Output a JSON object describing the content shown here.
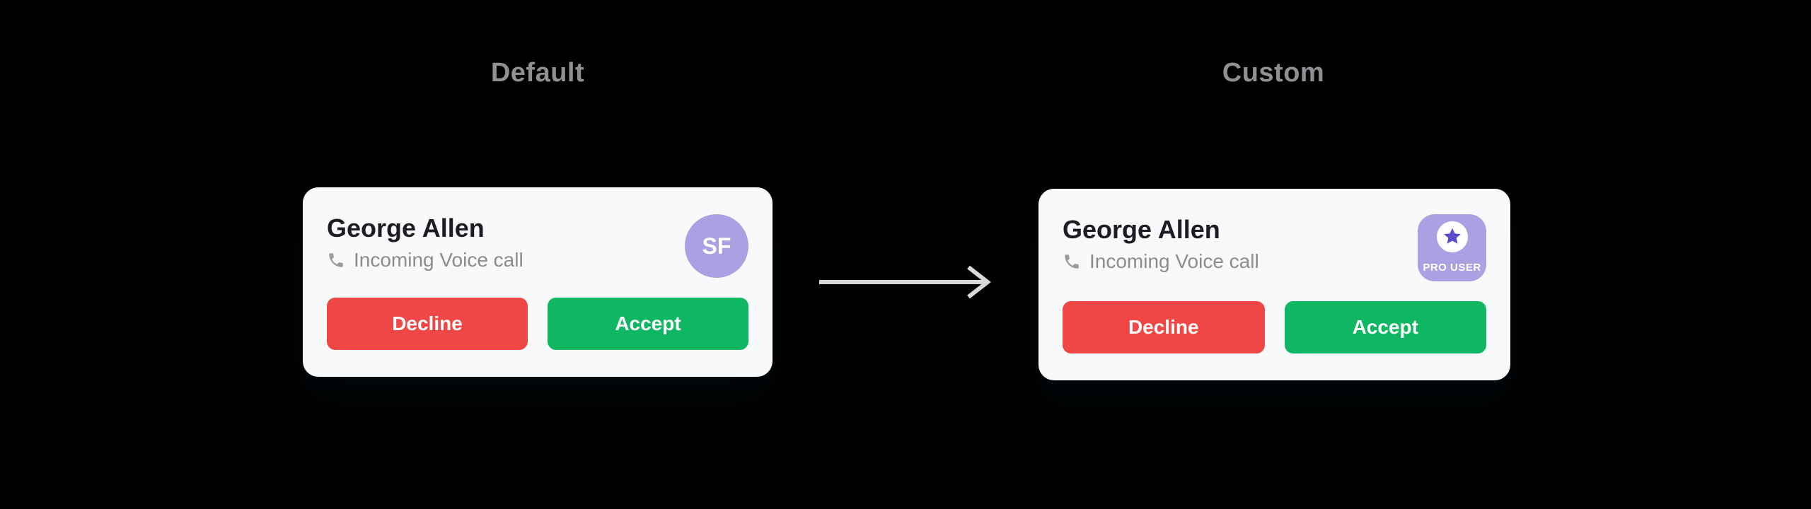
{
  "titles": {
    "default": "Default",
    "custom": "Custom"
  },
  "cards": {
    "default": {
      "name": "George Allen",
      "subtitle": "Incoming Voice call",
      "avatar_initials": "SF",
      "buttons": {
        "decline": "Decline",
        "accept": "Accept"
      }
    },
    "custom": {
      "name": "George Allen",
      "subtitle": "Incoming Voice call",
      "badge_label": "PRO USER",
      "buttons": {
        "decline": "Decline",
        "accept": "Accept"
      }
    }
  },
  "icons": {
    "phone": "phone-icon",
    "star": "star-icon",
    "arrow": "arrow-right-icon"
  },
  "colors": {
    "background": "#000000",
    "card_background": "#f8f9fa",
    "name_text": "#1b1d21",
    "subtitle_text": "#8c8c8c",
    "section_title_text": "#8f9093",
    "decline_red": "#ef4646",
    "accept_green": "#10b763",
    "avatar_purple": "#a9a1e2",
    "badge_purple": "#a9a1e2",
    "star_purple": "#5b4dc9",
    "arrow_gray": "#d9d9d9"
  }
}
